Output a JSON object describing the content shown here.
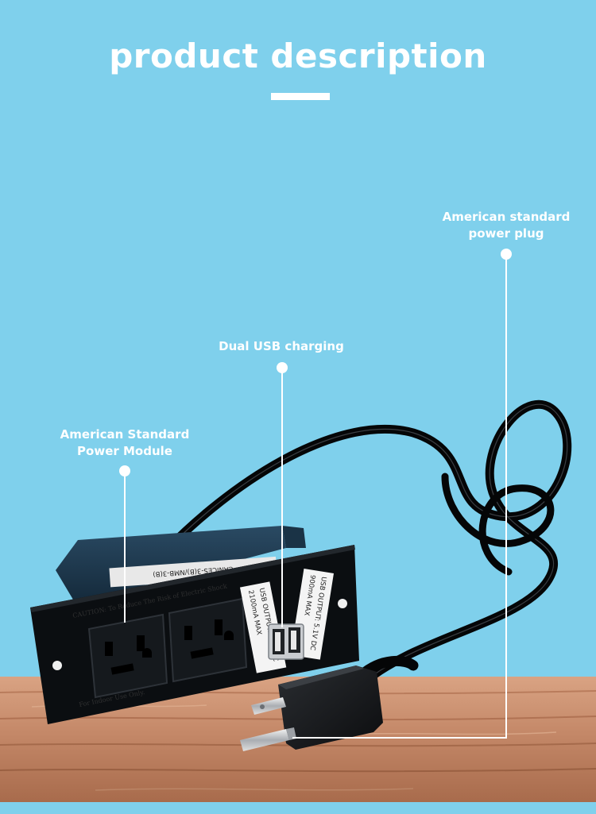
{
  "heading": {
    "title": "product description"
  },
  "callouts": {
    "power_module": {
      "line1": "American Standard",
      "line2": "Power Module"
    },
    "usb": {
      "line1": "Dual USB charging"
    },
    "plug": {
      "line1": "American standard",
      "line2": "power plug"
    }
  },
  "product": {
    "usb_sticker_left": {
      "line1": "USB OUTPUT: 5.1V DC",
      "line2": "2100mA MAX"
    },
    "usb_sticker_right": {
      "line1": "USB OUTPUT: 5.1V DC",
      "line2": "900mA MAX"
    },
    "model_label": "CANICES-3(B)/NMB-3(B)",
    "panel_text_bottom": "For Indoor Use Only."
  },
  "colors": {
    "background": "#7fd0ec",
    "accent": "#ffffff",
    "table": "#c98f6f",
    "device": "#101418"
  }
}
